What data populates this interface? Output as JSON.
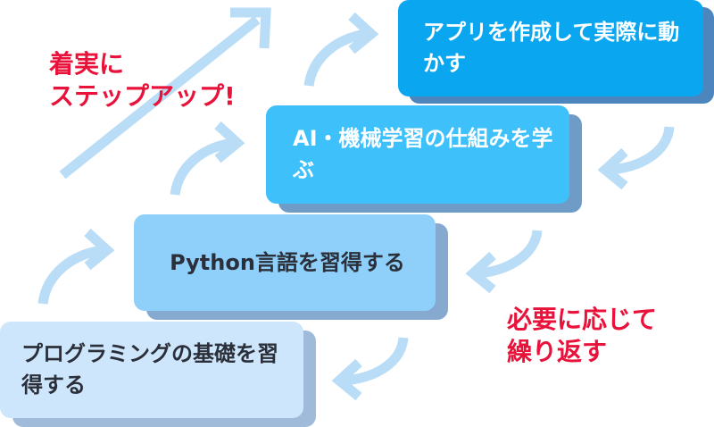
{
  "steps": [
    {
      "label": "プログラミングの基礎を習得する"
    },
    {
      "label": "Python言語を習得する"
    },
    {
      "label": "AI・機械学習の仕組みを学ぶ"
    },
    {
      "label": "アプリを作成して実際に動かす"
    }
  ],
  "callouts": {
    "top": {
      "line1": "着実に",
      "line2": "ステップアップ!"
    },
    "bottom": {
      "line1": "必要に応じて",
      "line2": "繰り返す"
    }
  },
  "colors": {
    "arrow": "#b9dcf7",
    "callout_text": "#e8123a",
    "step_1": "#cde6fb",
    "step_2": "#8fd0fb",
    "step_3": "#3ec0fa",
    "step_4": "#0aa7f0"
  }
}
